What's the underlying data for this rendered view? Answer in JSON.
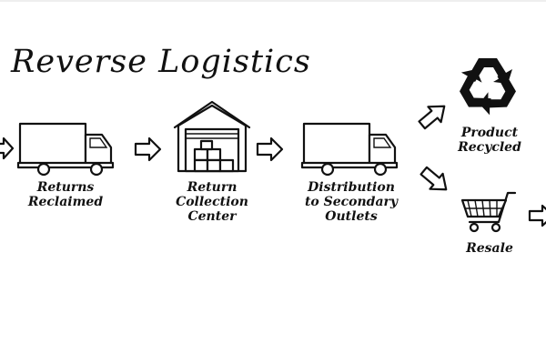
{
  "title": "Reverse Logistics",
  "steps": [
    {
      "label_lines": [
        "Returns",
        "Reclaimed"
      ],
      "icon": "delivery-truck-icon"
    },
    {
      "label_lines": [
        "Return",
        "Collection",
        "Center"
      ],
      "icon": "warehouse-icon"
    },
    {
      "label_lines": [
        "Distribution",
        "to Secondary",
        "Outlets"
      ],
      "icon": "delivery-truck-icon"
    }
  ],
  "outcomes": [
    {
      "label_lines": [
        "Product",
        "Recycled"
      ],
      "icon": "recycle-icon"
    },
    {
      "label_lines": [
        "Resale"
      ],
      "icon": "shopping-cart-icon"
    }
  ],
  "colors": {
    "ink": "#111111",
    "background": "#ffffff"
  }
}
